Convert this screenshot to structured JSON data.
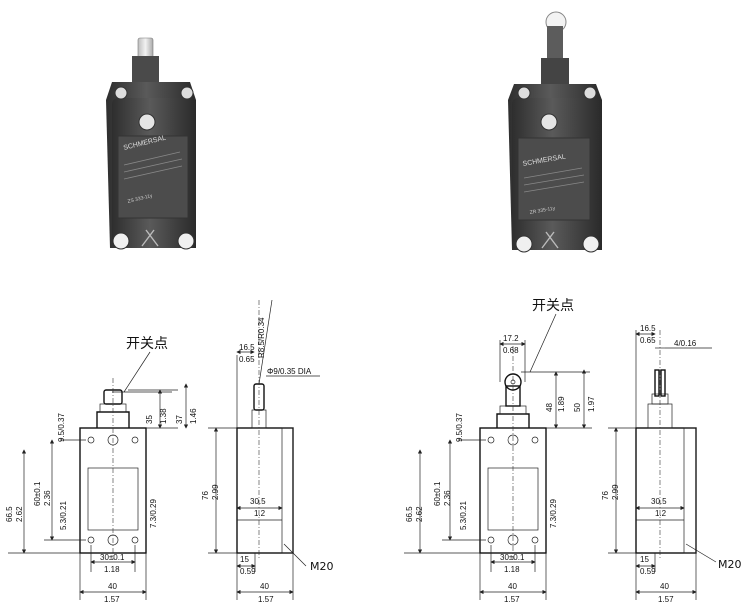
{
  "colors": {
    "housing": "#3a3a3a",
    "housing_light": "#6b6b6b",
    "label_plate": "#4d4d4d",
    "plunger": "#d9d9d9",
    "line": "#222222"
  },
  "photos": {
    "left_brand": "SCHMERSAL",
    "right_brand": "SCHMERSAL",
    "left_model": "ZS 333-11y",
    "right_model": "ZR 335-11y"
  },
  "left": {
    "callout": "开关点",
    "front": {
      "plunger_35": "35",
      "plunger_138": "1.38",
      "plunger_37": "37",
      "plunger_146": "1.46",
      "d95": "9.5/0.37",
      "d665": "66.5",
      "d262": "2.62",
      "d60": "60±0.1",
      "d236": "2.36",
      "d53": "5.3/0.21",
      "d73": "7.3/0.29",
      "d30": "30±0.1",
      "d118": "1.18",
      "d40": "40",
      "d157": "1.57"
    },
    "side": {
      "r85": "R8.5/R0.34",
      "d165": "16.5",
      "d065": "0.65",
      "dia": "Φ9/0.35 DIA",
      "d76": "76",
      "d299": "2.99",
      "d305": "30.5",
      "d12": "1.2",
      "d15": "15",
      "d059": "0.59",
      "m20": "M20",
      "d40": "40",
      "d157": "1.57"
    }
  },
  "right": {
    "callout": "开关点",
    "front": {
      "d172": "17.2",
      "d068": "0.68",
      "d48": "48",
      "d189": "1.89",
      "d50": "50",
      "d197": "1.97",
      "d95": "9.5/0.37",
      "d665": "66.5",
      "d262": "2.62",
      "d60": "60±0.1",
      "d236": "2.36",
      "d53": "5.3/0.21",
      "d73": "7.3/0.29",
      "d30": "30±0.1",
      "d118": "1.18",
      "d40": "40",
      "d157": "1.57"
    },
    "side": {
      "d165": "16.5",
      "d065": "0.65",
      "d4": "4/0.16",
      "d76": "76",
      "d299": "2.99",
      "d305": "30.5",
      "d12": "1.2",
      "d15": "15",
      "d059": "0.59",
      "m20": "M20",
      "d40": "40",
      "d157": "1.57"
    }
  }
}
